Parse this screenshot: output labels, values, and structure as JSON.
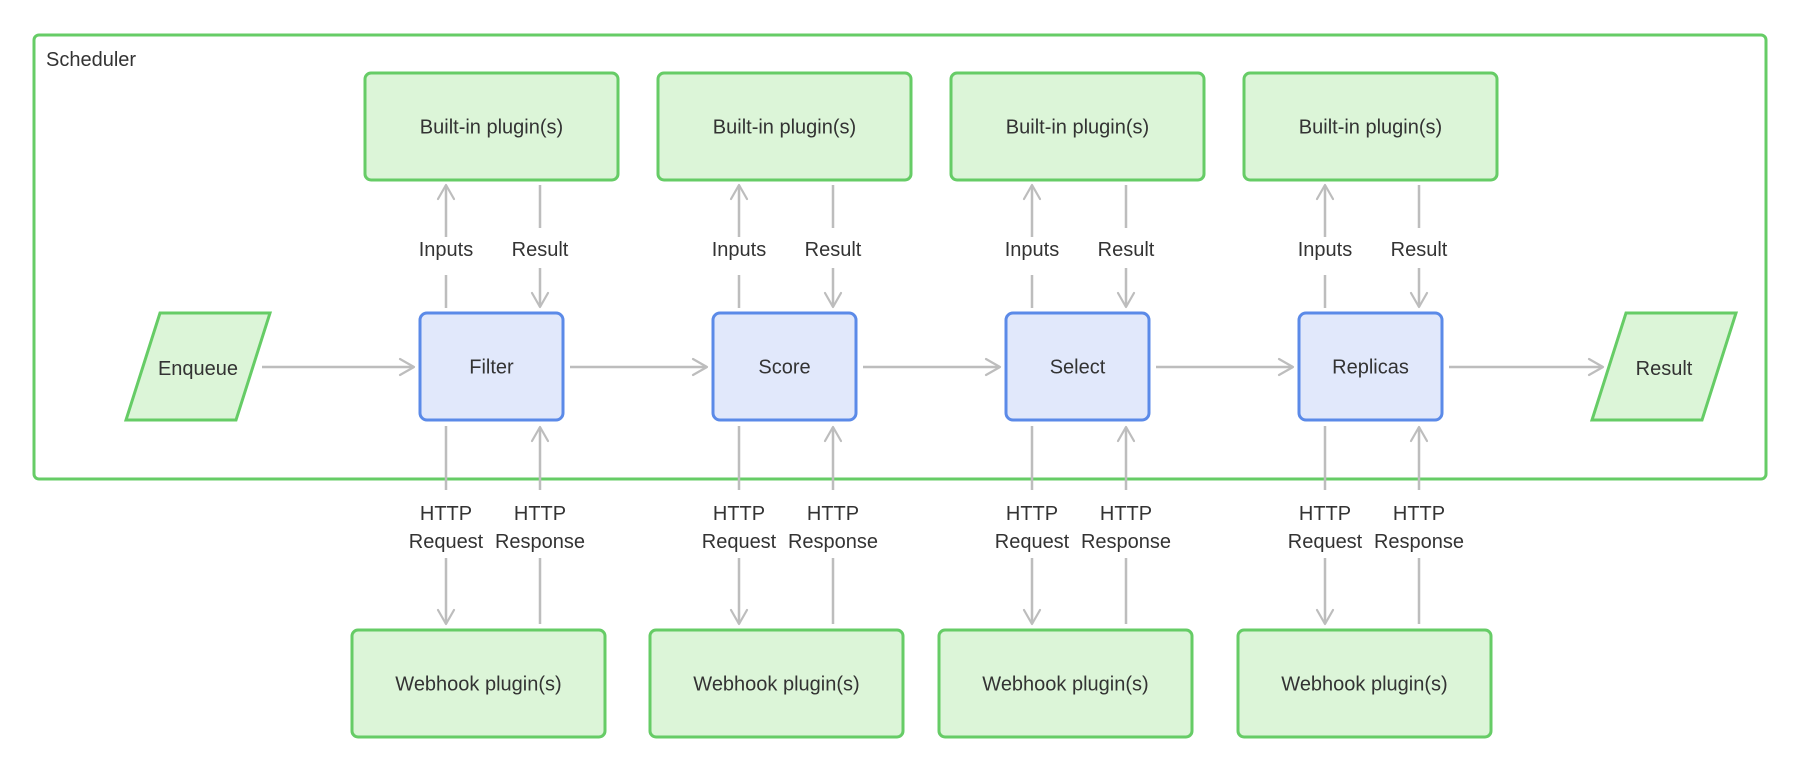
{
  "frame": {
    "title": "Scheduler"
  },
  "source": "Enqueue",
  "sink": "Result",
  "stages": [
    {
      "id": "filter",
      "label": "Filter"
    },
    {
      "id": "score",
      "label": "Score"
    },
    {
      "id": "select",
      "label": "Select"
    },
    {
      "id": "replicas",
      "label": "Replicas"
    }
  ],
  "builtin_label": "Built-in plugin(s)",
  "webhook_label": "Webhook plugin(s)",
  "labels": {
    "inputs": "Inputs",
    "result": "Result",
    "http": "HTTP",
    "request": "Request",
    "response": "Response"
  },
  "colors": {
    "frame_stroke": "#66CC66",
    "plugin_fill": "#DCF5D8",
    "plugin_stroke": "#66CC66",
    "stage_fill": "#E1E8FB",
    "stage_stroke": "#5B8AE8",
    "arrow": "#BDBDBD",
    "text": "#333333"
  }
}
